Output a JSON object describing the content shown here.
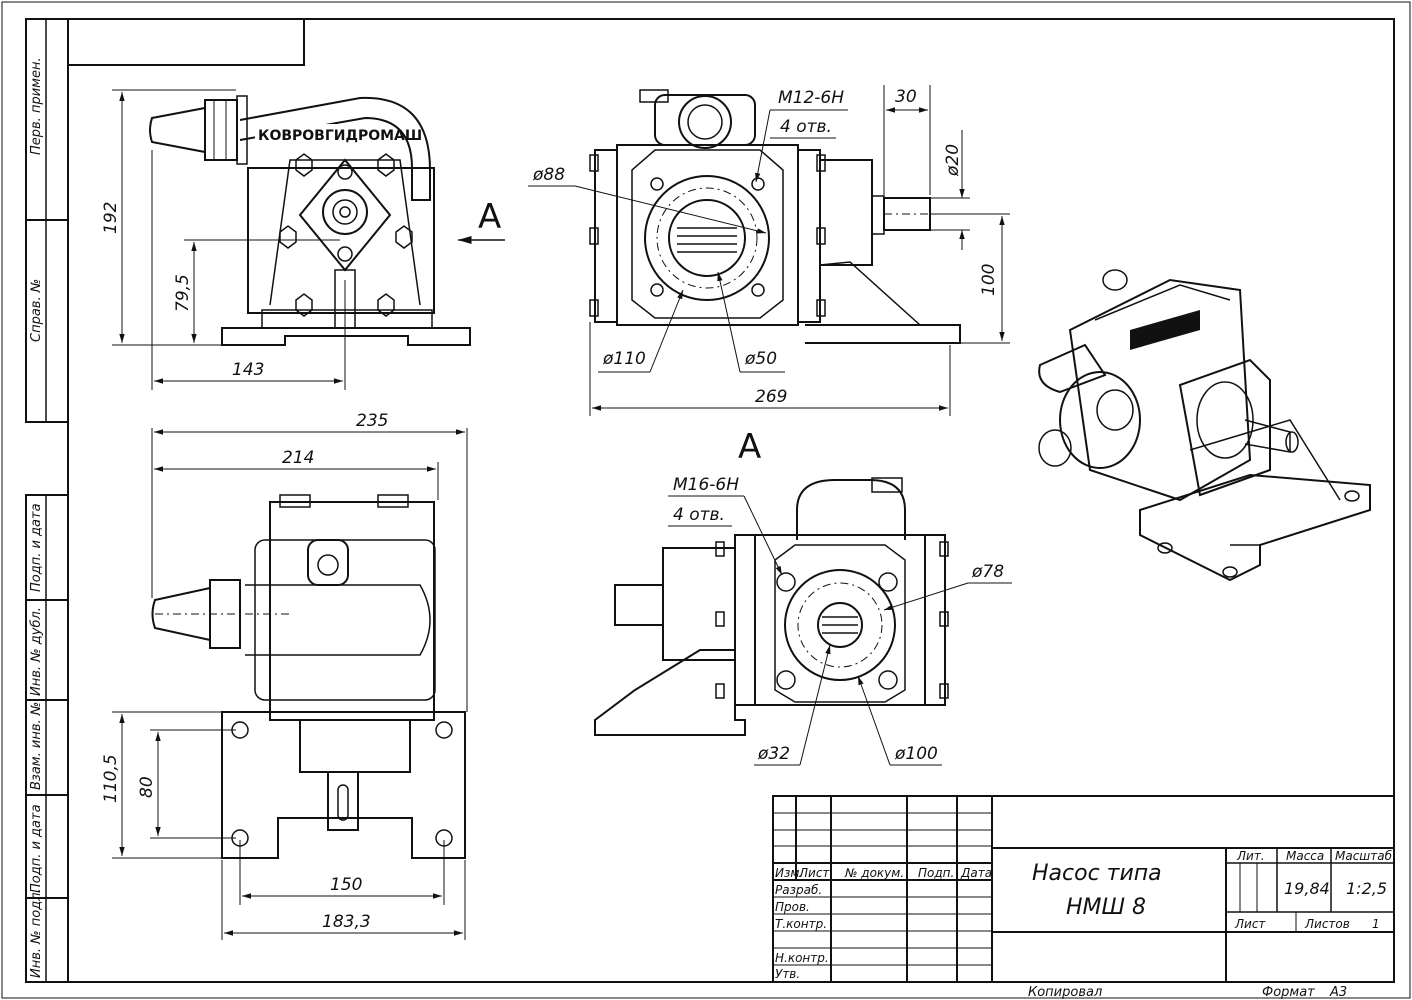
{
  "brand_cast": "КОВРОВГИДРОМАШ",
  "section_mark": "A",
  "side_stamp": [
    "Перв. примен.",
    "Справ. №",
    "Подп. и дата",
    "Инв. № дубл.",
    "Взам. инв. №",
    "Подп. и дата",
    "Инв. № подл."
  ],
  "dimensions": {
    "d192": "192",
    "d79_5": "79,5",
    "d143": "143",
    "m12": "M12-6H",
    "m12_count": "4 отв.",
    "d30": "30",
    "d20": "ø20",
    "d88": "ø88",
    "d100v": "100",
    "d110": "ø110",
    "d50": "ø50",
    "d269": "269",
    "d235": "235",
    "d214": "214",
    "d110_5": "110,5",
    "d80": "80",
    "d150": "150",
    "d183_3": "183,3",
    "m16": "M16-6H",
    "m16_count": "4 отв.",
    "d78": "ø78",
    "d32": "ø32",
    "d100d": "ø100"
  },
  "title_block": {
    "title_line1": "Насос типа",
    "title_line2": "НМШ 8",
    "col_headers": [
      "Изм.",
      "Лист",
      "№ докум.",
      "Подп.",
      "Дата"
    ],
    "roles": [
      "Разраб.",
      "Пров.",
      "Т.контр.",
      "Н.контр.",
      "Утв."
    ],
    "lit_label": "Лит.",
    "mass_label": "Масса",
    "scale_label": "Масштаб",
    "mass": "19,84",
    "scale": "1:2,5",
    "sheet_label": "Лист",
    "sheets_label": "Листов",
    "sheets_count": "1"
  },
  "footer": {
    "copied": "Копировал",
    "format_label": "Формат",
    "format": "А3"
  }
}
